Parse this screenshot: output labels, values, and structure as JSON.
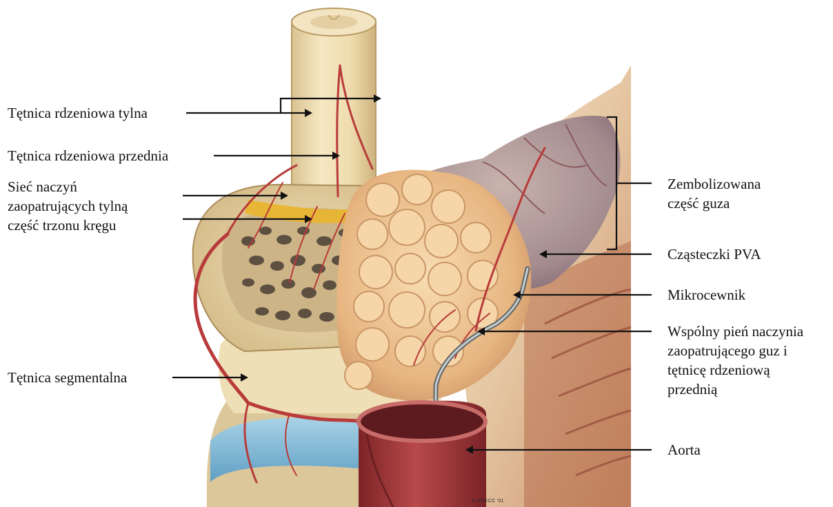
{
  "labels_left": {
    "posterior_spinal_artery": "Tętnica rdzeniowa tylna",
    "anterior_spinal_artery": "Tętnica rdzeniowa przednia",
    "vertebral_body_network": [
      "Sieć naczyń",
      "zaopatrujących tylną",
      "część trzonu kręgu"
    ],
    "segmental_artery": "Tętnica segmentalna"
  },
  "labels_right": {
    "embolized_tumor": [
      "Zembolizowana",
      "część guza"
    ],
    "pva_particles": "Cząsteczki PVA",
    "microcatheter": "Mikrocewnik",
    "common_trunk": [
      "Wspólny pień naczynia",
      "zaopatrującego guz i",
      "tętnicę rdzeniową",
      "przednią"
    ],
    "aorta": "Aorta"
  },
  "copyright": "© MSKCC '01",
  "colors": {
    "bone": "#efdcae",
    "tumor": "#e9bd8c",
    "artery": "#b83a3a",
    "aorta": "#a33a3a",
    "disc": "#7fb6d2",
    "leader": "#111111"
  }
}
